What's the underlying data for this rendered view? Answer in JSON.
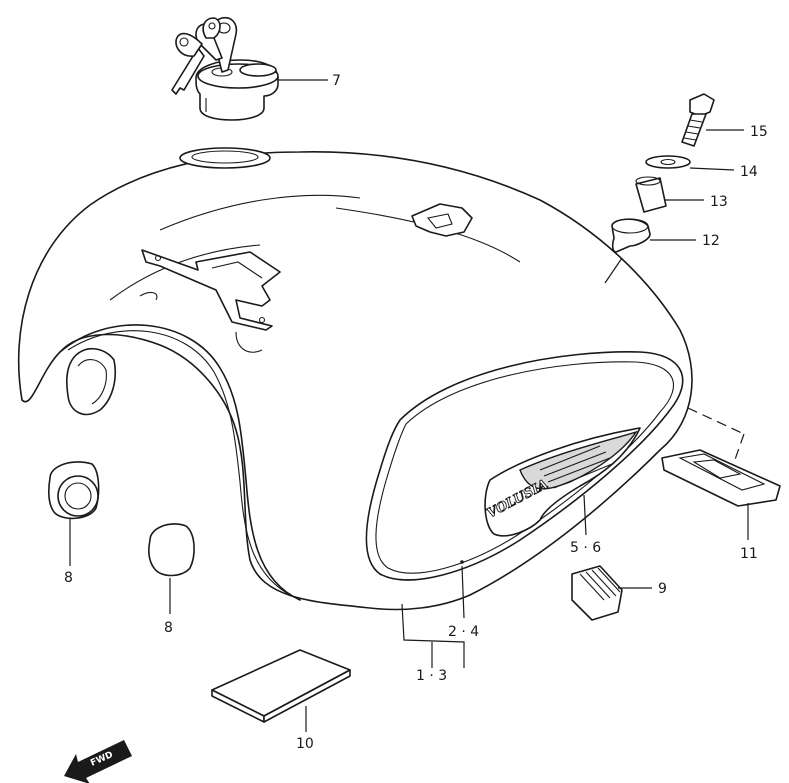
{
  "callouts": {
    "c1_3": "1 · 3",
    "c2_4": "2 · 4",
    "c5_6": "5 · 6",
    "c7": "7",
    "c8a": "8",
    "c8b": "8",
    "c9": "9",
    "c10": "10",
    "c11": "11",
    "c12": "12",
    "c13": "13",
    "c14": "14",
    "c15": "15"
  },
  "badge": {
    "logo_text": "VOLUSIA"
  },
  "direction": {
    "label": "FWD"
  }
}
